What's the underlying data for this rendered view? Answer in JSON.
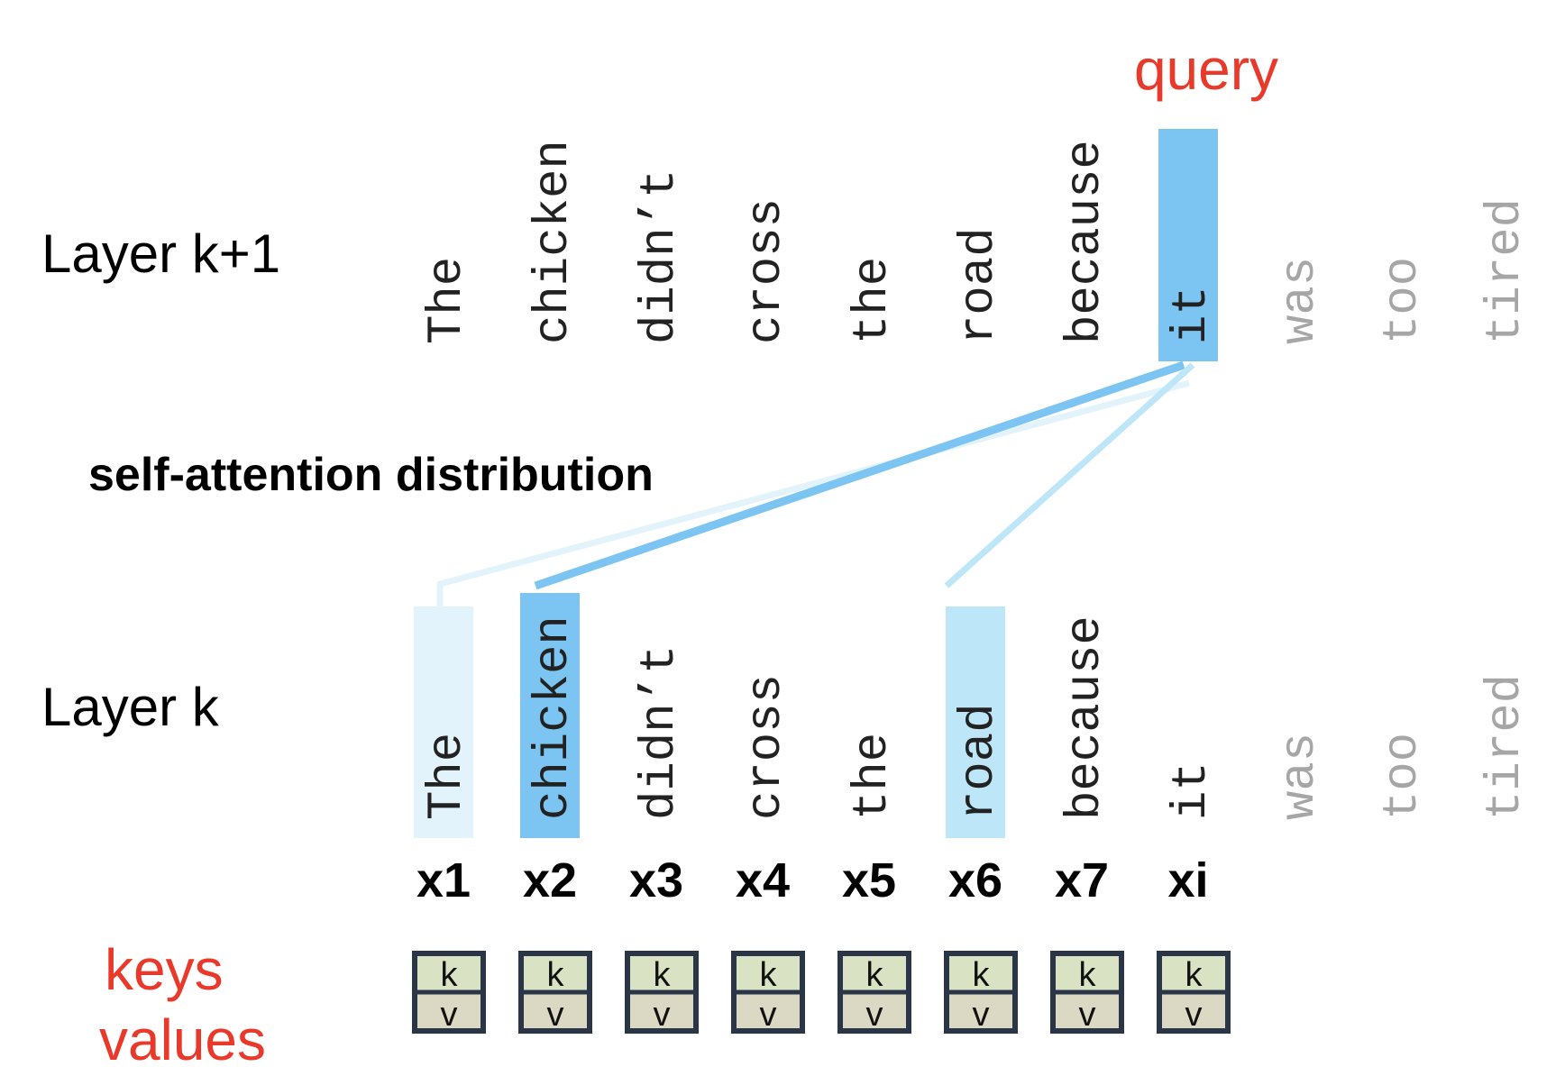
{
  "labels": {
    "query": "query",
    "layer_upper": "Layer k+1",
    "layer_lower": "Layer k",
    "attention": "self-attention distribution",
    "keys": "keys",
    "values": "values"
  },
  "words": [
    "The",
    "chicken",
    "didn’t",
    "cross",
    "the",
    "road",
    "because",
    "it",
    "was",
    "too",
    "tired"
  ],
  "word_status": [
    "seen",
    "seen",
    "seen",
    "seen",
    "seen",
    "seen",
    "seen",
    "seen",
    "future",
    "future",
    "future"
  ],
  "query_index": 7,
  "attention": [
    {
      "index": 0,
      "level": "low"
    },
    {
      "index": 1,
      "level": "high"
    },
    {
      "index": 5,
      "level": "medium"
    }
  ],
  "x_labels": [
    "x1",
    "x2",
    "x3",
    "x4",
    "x5",
    "x6",
    "x7",
    "xi"
  ],
  "kv": {
    "key_letter": "k",
    "value_letter": "v",
    "count": 8
  },
  "colors": {
    "red": "#e8392b",
    "query_blue": "#7cc4f2",
    "attn_high": "#7cc4f2",
    "attn_medium": "#bde6f8",
    "attn_low": "#e3f3fb",
    "seen_text": "#222222",
    "future_text": "#a6a6a6",
    "key_fill": "#d9e3c3",
    "value_fill": "#dbd8c4",
    "kv_border": "#2a3547"
  }
}
